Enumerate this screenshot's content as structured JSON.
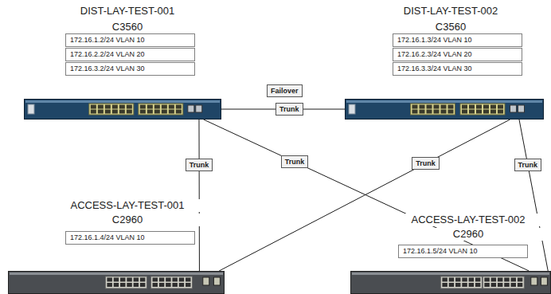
{
  "diagram": {
    "nodes": [
      {
        "text": [
          "DIST-LAY-TEST-001",
          "C3560",
          "172.16.1.2/24 VLAN 10",
          "172.16.2.2/24 VLAN 20",
          "172.16.3.2/24 VLAN 30"
        ]
      },
      {
        "text": [
          "DIST-LAY-TEST-002",
          "C3560",
          "172.16.1.3/24 VLAN 10",
          "172.16.2.3/24 VLAN 20",
          "172.16.3.3/24 VLAN 30"
        ]
      },
      {
        "text": [
          "ACCESS-LAY-TEST-001",
          "C2960",
          "172.16.1.4/24 VLAN 10"
        ]
      },
      {
        "text": [
          "ACCESS-LAY-TEST-002",
          "C2960",
          "172.16.1.5/24 VLAN 10"
        ]
      }
    ],
    "edges": [
      {
        "from": 0,
        "to": 1,
        "arrow": "none",
        "label": "Trunk"
      },
      {
        "from": 0,
        "to": 2,
        "arrow": "none",
        "label": "Trunk"
      },
      {
        "from": 0,
        "to": 3,
        "arrow": "none",
        "label": "Trunk"
      },
      {
        "from": 1,
        "to": 2,
        "arrow": "none",
        "label": "Trunk"
      },
      {
        "from": 1,
        "to": 3,
        "arrow": "none",
        "label": "Trunk"
      }
    ],
    "labels": [
      "Failover"
    ]
  }
}
